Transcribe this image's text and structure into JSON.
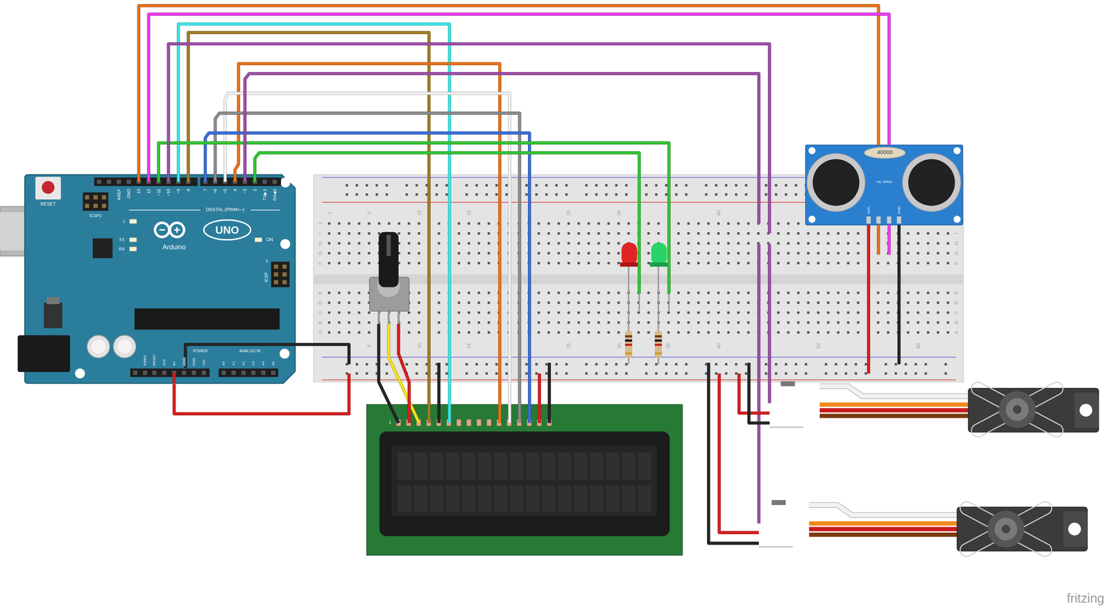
{
  "diagram": {
    "nodes": [
      {
        "text": [
          "RESET",
          "ICSP2",
          "AREF",
          "GND",
          "13",
          "12",
          "~11",
          "~10",
          "~9",
          "8",
          "7",
          "~6",
          "~5",
          "4",
          "~3",
          "2",
          "TX▶1",
          "RX◀0",
          "DIGITAL (PWM=~)",
          "L",
          "TX",
          "RX",
          "UNO",
          "Arduino",
          "ON",
          "1",
          "ICSP",
          "IOREF",
          "RESET",
          "3V3",
          "5V",
          "GND",
          "GND",
          "VIN",
          "POWER",
          "ANALOG IN",
          "A0",
          "A1",
          "A2",
          "A3",
          "A4",
          "A5"
        ]
      },
      {
        "text": [
          "1",
          "5",
          "10",
          "15",
          "25",
          "30",
          "40",
          "5",
          "10",
          "15",
          "25",
          "30",
          "35",
          "40",
          "50",
          "60",
          "J",
          "I",
          "H",
          "G",
          "F",
          "E",
          "D",
          "C",
          "B",
          "A",
          "I",
          "H",
          "G",
          "F",
          "E",
          "D",
          "C",
          "B",
          "A"
        ]
      },
      {
        "text": [
          "40000",
          "HC-SR04",
          "VCC",
          "GND"
        ]
      }
    ],
    "edges": [
      {
        "from": 0,
        "to": 2,
        "arrow": "none"
      },
      {
        "from": 0,
        "to": 2,
        "arrow": "none"
      },
      {
        "from": 0,
        "to": 1,
        "arrow": "none"
      },
      {
        "from": 0,
        "to": 1,
        "arrow": "none"
      },
      {
        "from": 0,
        "to": 1,
        "arrow": "none"
      },
      {
        "from": 0,
        "to": 1,
        "arrow": "none"
      },
      {
        "from": 0,
        "to": 1,
        "arrow": "none"
      },
      {
        "from": 0,
        "to": 1,
        "arrow": "none"
      }
    ],
    "labels": [
      "1",
      "fritzing"
    ]
  }
}
